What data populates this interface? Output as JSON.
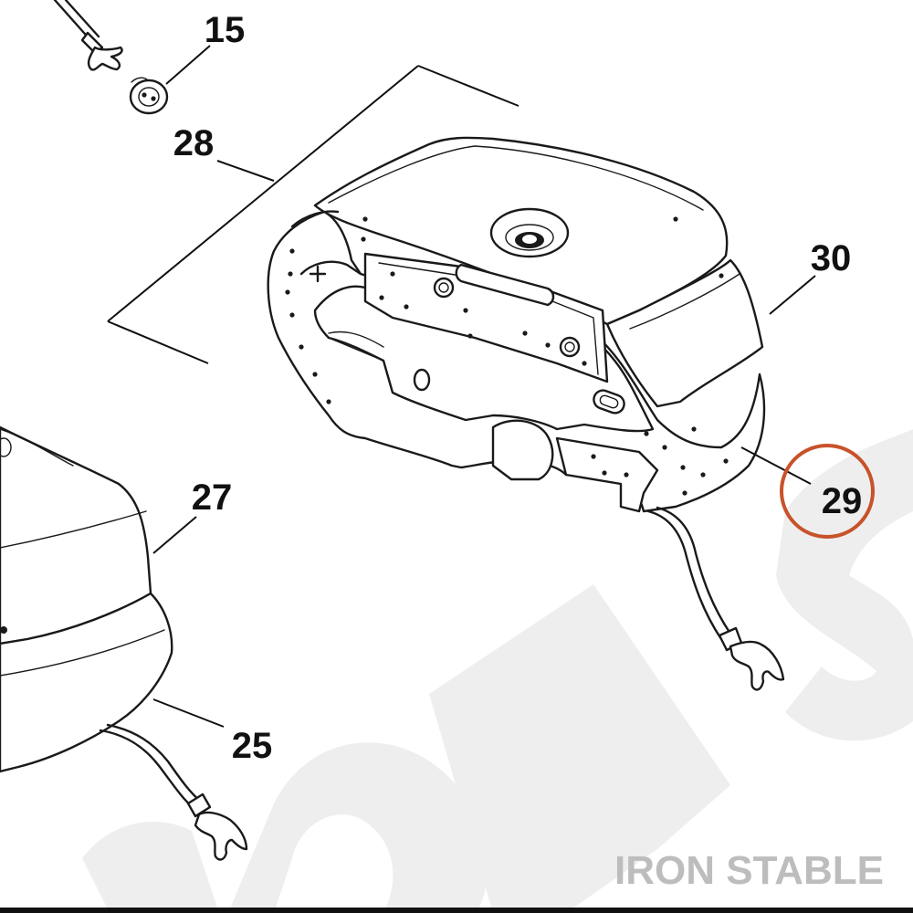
{
  "callouts": [
    {
      "id": "c15",
      "label": "15"
    },
    {
      "id": "c28",
      "label": "28"
    },
    {
      "id": "c30",
      "label": "30"
    },
    {
      "id": "c27",
      "label": "27"
    },
    {
      "id": "c29",
      "label": "29"
    },
    {
      "id": "c25",
      "label": "25"
    }
  ],
  "highlight": {
    "target": "29",
    "color": "#c8522a"
  },
  "brand": {
    "text": "IRON STABLE"
  },
  "watermark": {
    "text": "IRON STABLE",
    "color": "#eeeeee"
  }
}
